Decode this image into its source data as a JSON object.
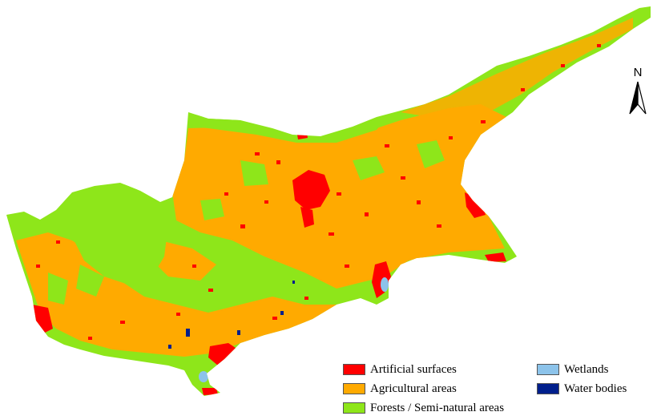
{
  "colors": {
    "artificial": "#ff0000",
    "agricultural": "#ffaa00",
    "forest": "#8ee61a",
    "wetlands": "#8cc3ea",
    "water": "#001f8c"
  },
  "legend": {
    "items": [
      {
        "key": "artificial",
        "label": "Artificial surfaces",
        "color": "#ff0000"
      },
      {
        "key": "agricultural",
        "label": "Agricultural areas",
        "color": "#ffaa00"
      },
      {
        "key": "forest",
        "label": "Forests / Semi-natural areas",
        "color": "#8ee61a"
      },
      {
        "key": "wetlands",
        "label": "Wetlands",
        "color": "#8cc3ea"
      },
      {
        "key": "water",
        "label": "Water bodies",
        "color": "#001f8c"
      }
    ]
  },
  "north_arrow": {
    "label": "N",
    "icon": "north-arrow-icon"
  }
}
